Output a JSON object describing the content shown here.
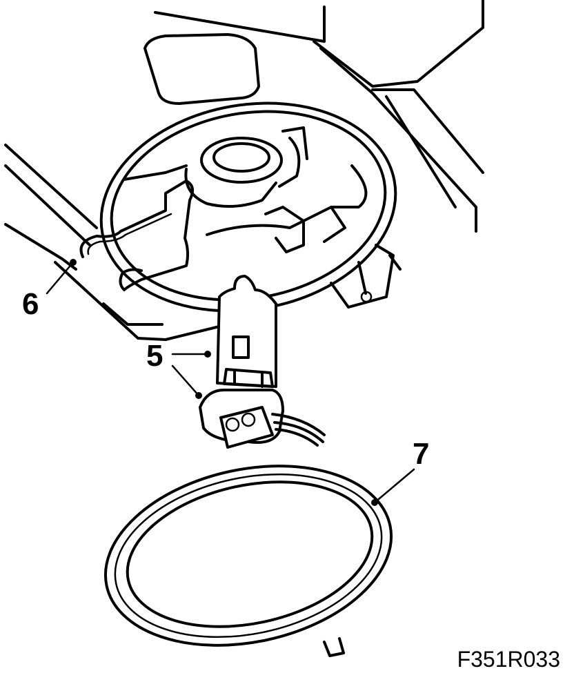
{
  "callouts": [
    {
      "id": "6",
      "label": "6"
    },
    {
      "id": "5",
      "label": "5"
    },
    {
      "id": "7",
      "label": "7"
    }
  ],
  "figure_code": "F351R033"
}
